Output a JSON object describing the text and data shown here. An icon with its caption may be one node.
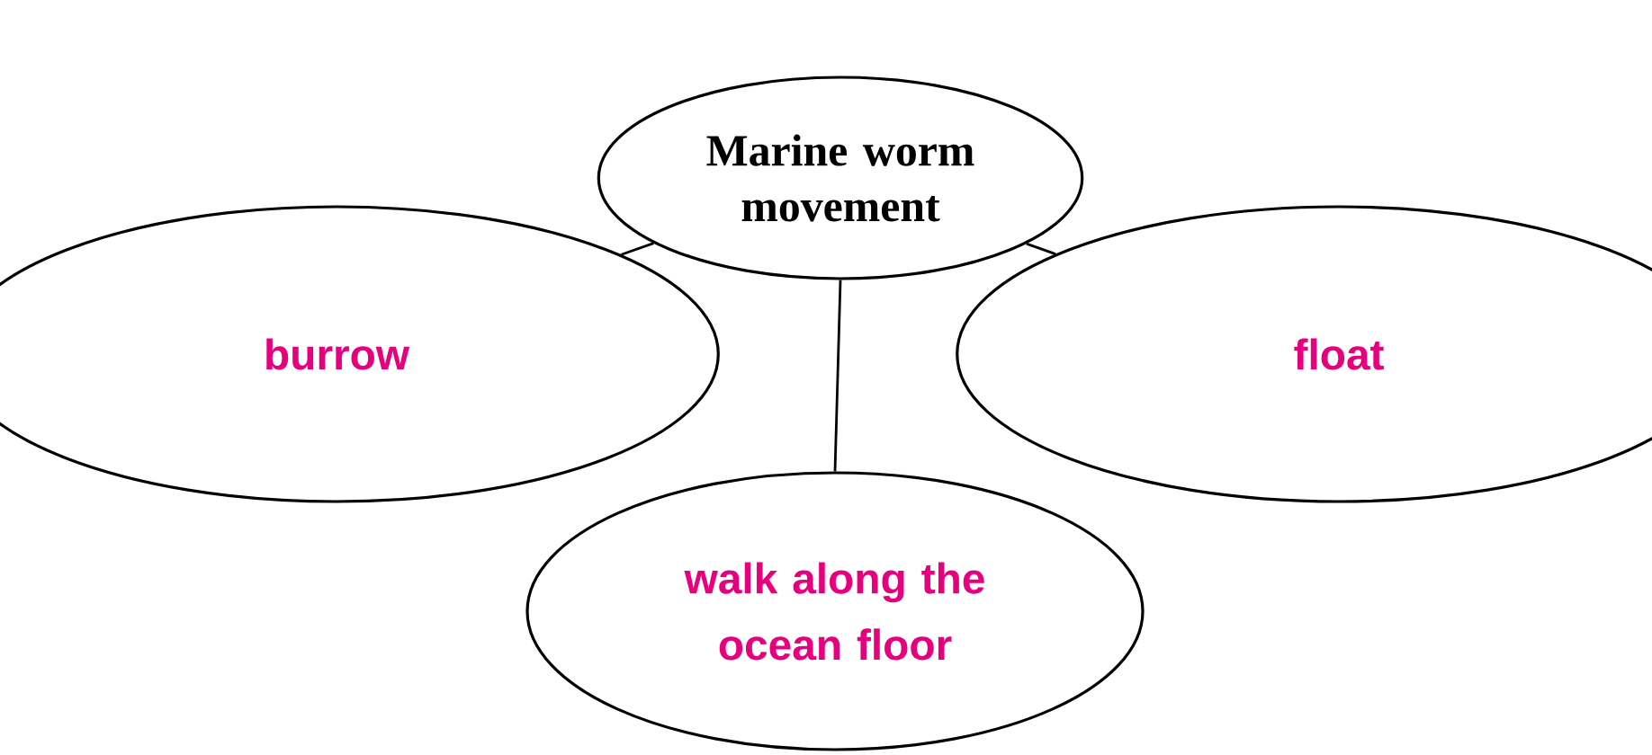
{
  "diagram": {
    "nodes": [
      {
        "text": [
          "Marine worm movement"
        ]
      },
      {
        "text": [
          "burrow"
        ]
      },
      {
        "text": [
          "float"
        ]
      },
      {
        "text": [
          "walk along the ocean floor"
        ]
      }
    ],
    "edges": [
      {
        "from": 0,
        "to": 1,
        "arrow": "none"
      },
      {
        "from": 0,
        "to": 2,
        "arrow": "none"
      },
      {
        "from": 0,
        "to": 3,
        "arrow": "none"
      }
    ]
  }
}
